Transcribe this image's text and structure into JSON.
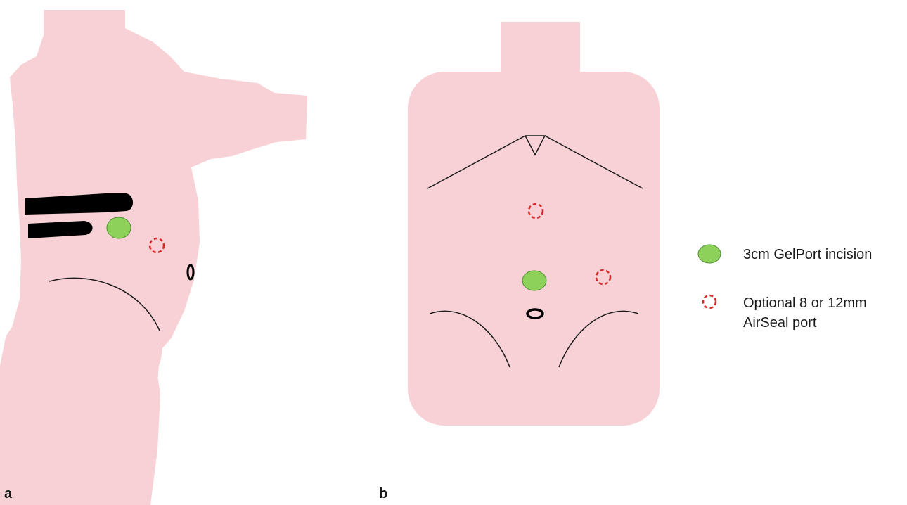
{
  "panels": {
    "a": {
      "label": "a"
    },
    "b": {
      "label": "b"
    }
  },
  "legend": {
    "gelport": {
      "label": "3cm GelPort incision",
      "icon": "green-filled-ellipse-icon"
    },
    "airseal": {
      "line1": "Optional 8 or 12mm",
      "line2": "AirSeal port",
      "icon": "red-dashed-circle-icon"
    }
  },
  "colors": {
    "skin": "#f7d1d5",
    "gelport_fill": "#8dd05a",
    "gelport_stroke": "#4f8f33",
    "airseal_stroke": "#d42a2a",
    "line": "#1a1a1a"
  }
}
